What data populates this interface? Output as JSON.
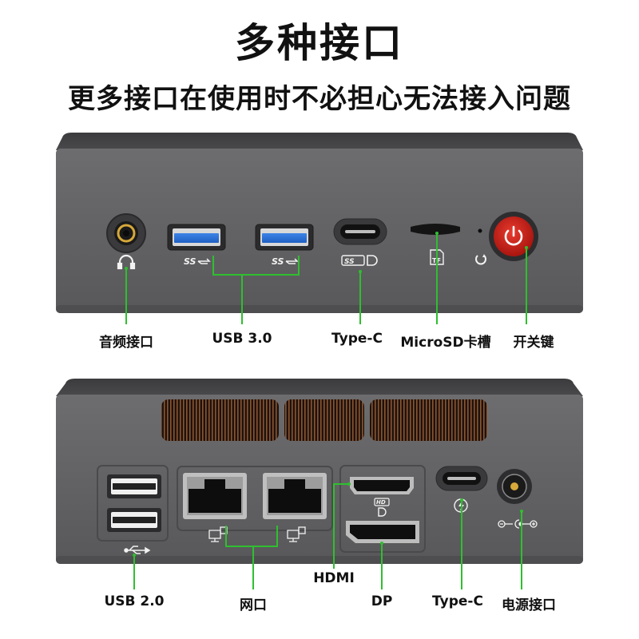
{
  "title": "多种接口",
  "subtitle": "更多接口在使用时不必担心无法接入问题",
  "accent_color": "#2fbf2f",
  "front_panel": {
    "ports": [
      {
        "label": "音频接口",
        "icon": "headphone-icon"
      },
      {
        "label": "USB 3.0",
        "icon": "ss-usb-icon",
        "port_marking": "SS"
      },
      {
        "label": "Type-C",
        "icon": "ss-displayport-icon",
        "port_marking": "SS"
      },
      {
        "label": "MicroSD卡槽",
        "icon": "sd-card-icon",
        "port_marking": "TF"
      },
      {
        "label": "开关键",
        "icon": "power-icon"
      }
    ]
  },
  "back_panel": {
    "ports": [
      {
        "label": "USB 2.0",
        "icon": "usb-icon"
      },
      {
        "label": "网口",
        "icon": "network-icon"
      },
      {
        "label": "HDMI",
        "icon": "hdmi-icon",
        "port_marking": "HD"
      },
      {
        "label": "DP",
        "icon": "displayport-icon"
      },
      {
        "label": "Type-C",
        "icon": "thunderbolt-icon"
      },
      {
        "label": "电源接口",
        "icon": "dc-polarity-icon"
      }
    ]
  }
}
